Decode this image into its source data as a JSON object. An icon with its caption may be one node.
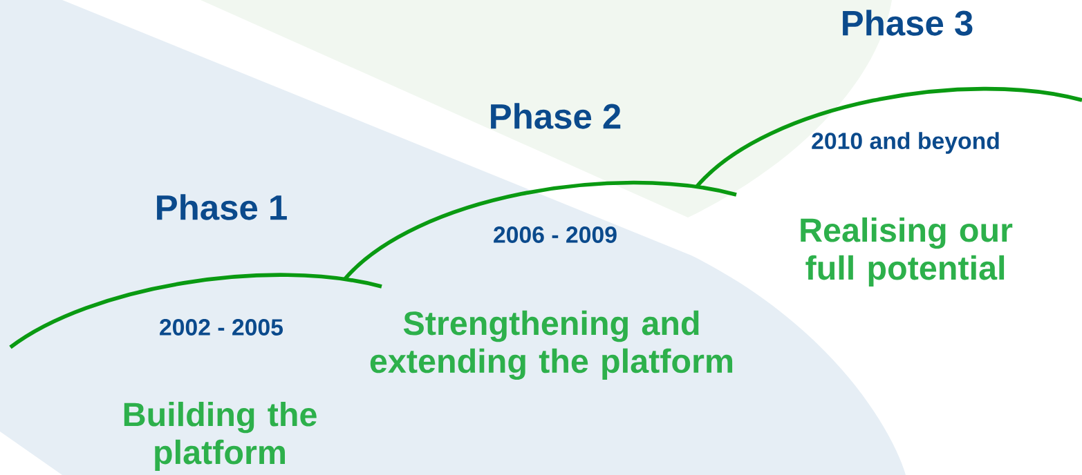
{
  "diagram": {
    "labels": [
      "Phase 1",
      "2002 - 2005",
      "Building the platform",
      "Phase 2",
      "2006 - 2009",
      "Strengthening and extending the platform",
      "Phase 3",
      "2010 and beyond",
      "Realising our full potential"
    ]
  }
}
